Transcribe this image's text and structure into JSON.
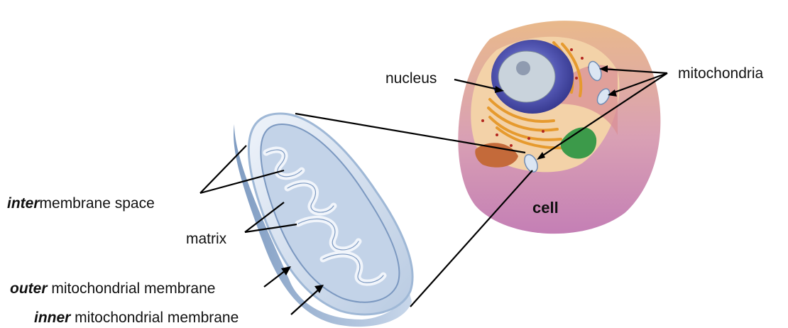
{
  "labels": {
    "nucleus": "nucleus",
    "mitochondria": "mitochondria",
    "cell": "cell",
    "intermembrane": {
      "emph": "inter",
      "rest": "membrane space"
    },
    "matrix": "matrix",
    "outer": {
      "emph": "outer",
      "rest": " mitochondrial membrane"
    },
    "inner": {
      "emph": "inner",
      "rest": " mitochondrial membrane"
    }
  },
  "colors": {
    "membrane_blue": "#9fb8d6",
    "cell_body": "#d7a9c0",
    "cytoplasm": "#e8c1a0",
    "nucleus": "#4b4fa8",
    "golgi": "#e69a2e",
    "er_green": "#3c9a4a"
  }
}
